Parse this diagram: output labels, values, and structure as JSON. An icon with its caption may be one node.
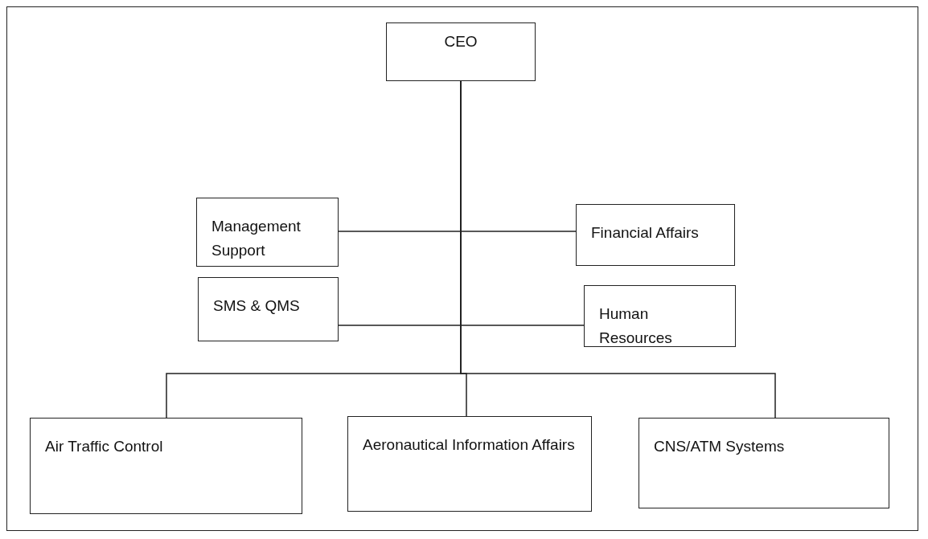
{
  "diagram": {
    "nodes": [
      {
        "text": [
          "CEO"
        ]
      },
      {
        "text": [
          "Management Support"
        ]
      },
      {
        "text": [
          "Financial Affairs"
        ]
      },
      {
        "text": [
          "SMS & QMS"
        ]
      },
      {
        "text": [
          "Human Resources"
        ]
      },
      {
        "text": [
          "Air Traffic Control"
        ]
      },
      {
        "text": [
          "Aeronautical Information Affairs"
        ]
      },
      {
        "text": [
          "CNS/ATM Systems"
        ]
      }
    ],
    "edges": [
      {
        "from": 0,
        "to": 1,
        "arrow": "none"
      },
      {
        "from": 0,
        "to": 2,
        "arrow": "none"
      },
      {
        "from": 0,
        "to": 3,
        "arrow": "none"
      },
      {
        "from": 0,
        "to": 4,
        "arrow": "none"
      },
      {
        "from": 0,
        "to": 5,
        "arrow": "none"
      },
      {
        "from": 0,
        "to": 6,
        "arrow": "none"
      },
      {
        "from": 0,
        "to": 7,
        "arrow": "none"
      }
    ]
  }
}
